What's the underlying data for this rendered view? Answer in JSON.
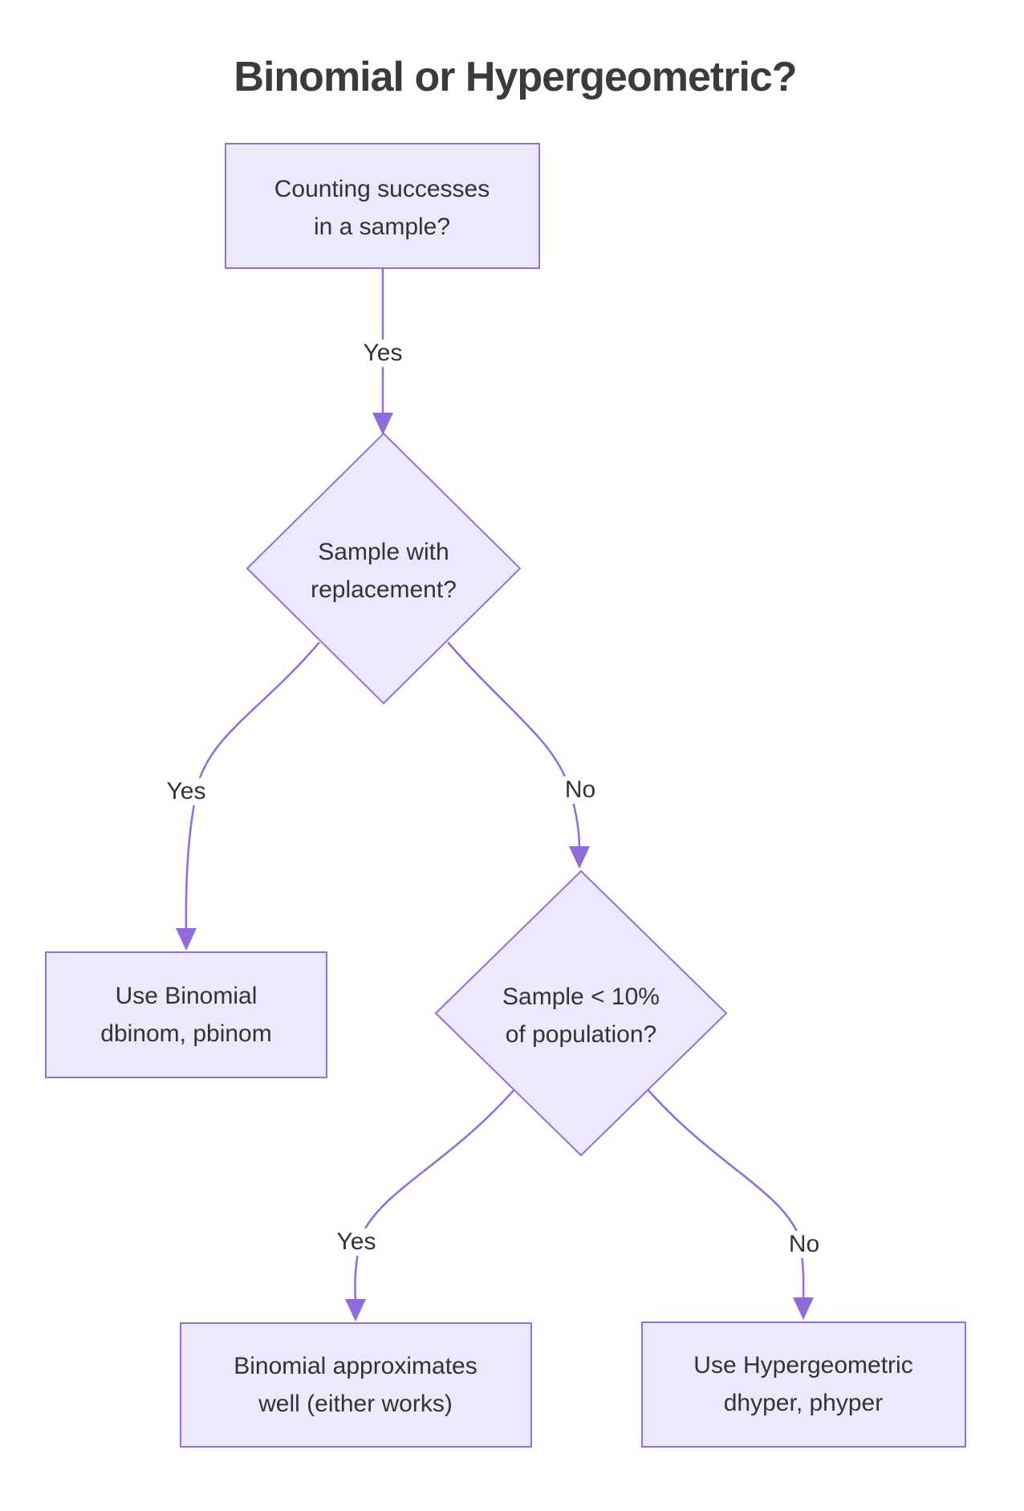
{
  "title": "Binomial or Hypergeometric?",
  "colors": {
    "page_bg": "#FFFFFF",
    "node_fill": "#ECE9FC",
    "node_border": "#9370DB",
    "edge": "#8F6BDE",
    "text": "#333333",
    "title_text": "#3B3B3B",
    "label_bg": "#FFFFFF"
  },
  "nodes": {
    "counting": {
      "line1": "Counting successes",
      "line2": "in a sample?"
    },
    "replacement": {
      "line1": "Sample with",
      "line2": "replacement?"
    },
    "use_binomial": {
      "line1": "Use Binomial",
      "line2": "dbinom, pbinom"
    },
    "sample_10pct": {
      "line1": "Sample < 10%",
      "line2": "of population?"
    },
    "binomial_approx": {
      "line1": "Binomial approximates",
      "line2": "well (either works)"
    },
    "use_hypergeometric": {
      "line1": "Use Hypergeometric",
      "line2": "dhyper, phyper"
    }
  },
  "edge_labels": {
    "counting_yes": "Yes",
    "replacement_yes": "Yes",
    "replacement_no": "No",
    "sample_yes": "Yes",
    "sample_no": "No"
  }
}
